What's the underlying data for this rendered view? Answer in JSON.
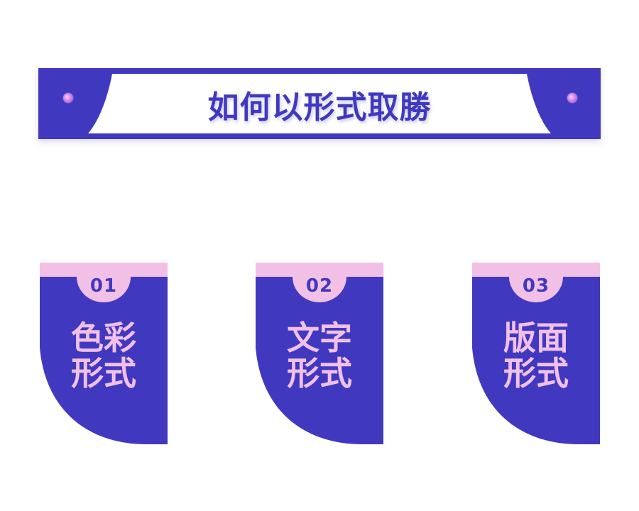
{
  "banner": {
    "title": "如何以形式取勝"
  },
  "cards": [
    {
      "number": "01",
      "line1": "色彩",
      "line2": "形式"
    },
    {
      "number": "02",
      "line1": "文字",
      "line2": "形式"
    },
    {
      "number": "03",
      "line1": "版面",
      "line2": "形式"
    }
  ],
  "colors": {
    "primary": "#4039C0",
    "accent": "#F2C0E6",
    "background": "#FFFFFF"
  }
}
